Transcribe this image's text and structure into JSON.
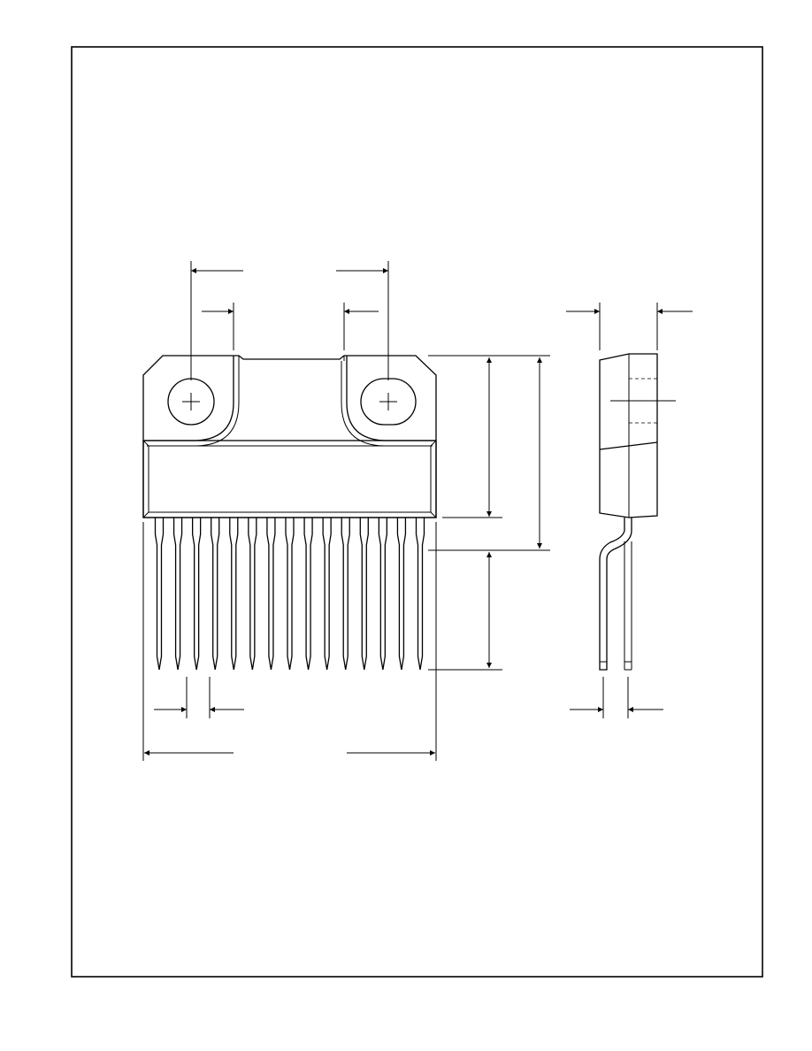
{
  "drawing": {
    "views": [
      "front-view",
      "side-view"
    ],
    "pin_count": 15,
    "mounting_holes": 2,
    "line_color": "#000000",
    "background_color": "#ffffff"
  }
}
